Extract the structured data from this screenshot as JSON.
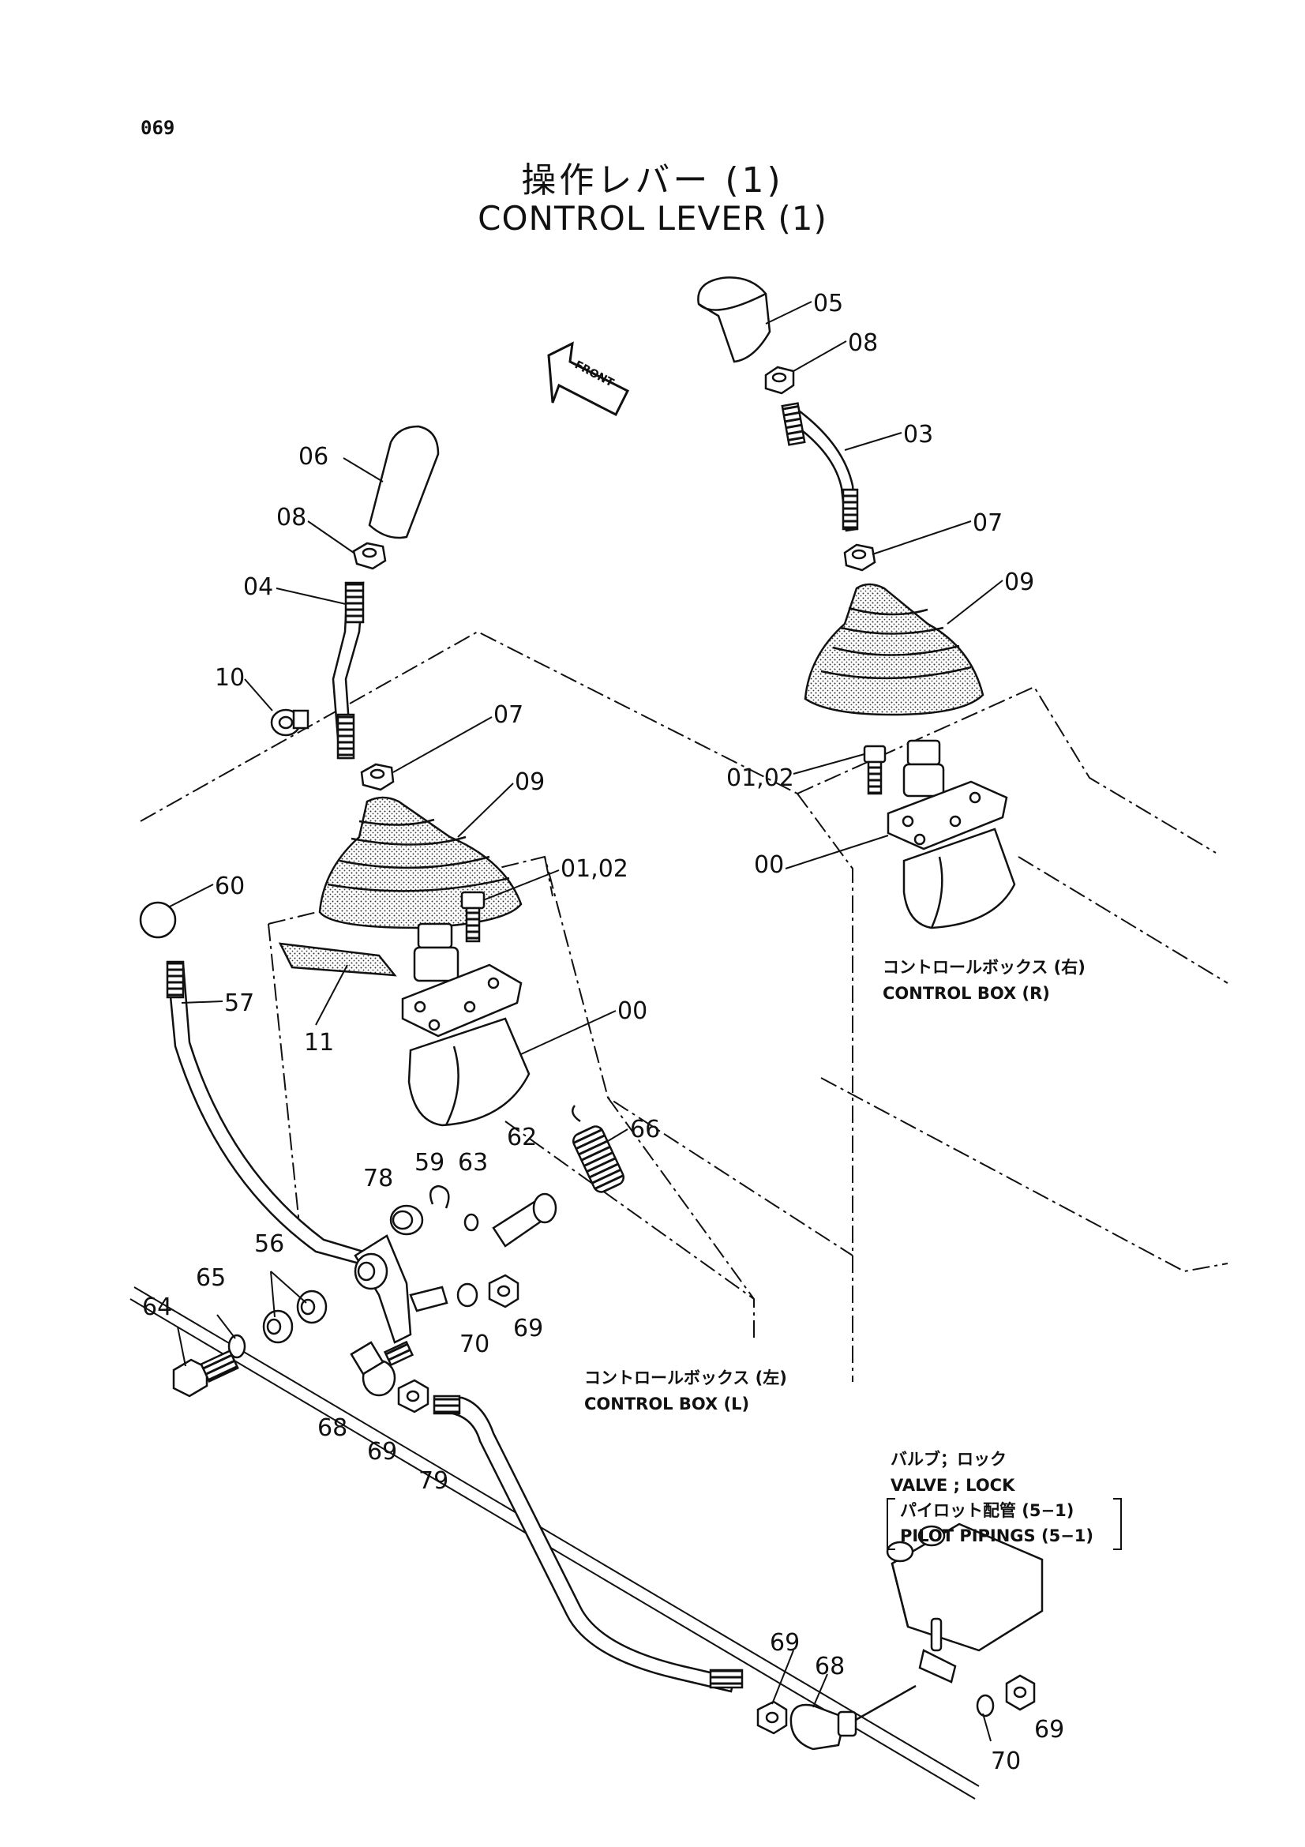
{
  "page_number": "069",
  "title_jp": "操作レバー (1)",
  "title_en": "CONTROL LEVER (1)",
  "front_label": "FRONT",
  "captions": {
    "box_right_jp": "コントロールボックス (右)",
    "box_right_en": "CONTROL BOX (R)",
    "box_left_jp": "コントロールボックス (左)",
    "box_left_en": "CONTROL BOX (L)",
    "valve_jp": "バルブ；ロック",
    "valve_en": "VALVE ; LOCK",
    "pilot_jp": "パイロット配管 (5−1)",
    "pilot_en": "PILOT PIPINGS (5−1)"
  },
  "part_labels": {
    "r_05": "05",
    "r_08": "08",
    "r_03": "03",
    "r_07": "07",
    "r_09": "09",
    "r_01_02": "01,02",
    "r_00": "00",
    "l_06": "06",
    "l_08": "08",
    "l_04": "04",
    "l_10": "10",
    "l_07": "07",
    "l_09": "09",
    "l_01_02": "01,02",
    "l_00": "00",
    "l_11": "11",
    "p_60": "60",
    "p_57": "57",
    "p_78": "78",
    "p_59": "59",
    "p_63": "63",
    "p_62": "62",
    "p_66": "66",
    "p_56": "56",
    "p_65": "65",
    "p_64": "64",
    "p_70a": "70",
    "p_69a": "69",
    "p_68a": "68",
    "p_69b": "69",
    "p_79": "79",
    "p_69c": "69",
    "p_68b": "68",
    "p_70b": "70",
    "p_69d": "69"
  }
}
